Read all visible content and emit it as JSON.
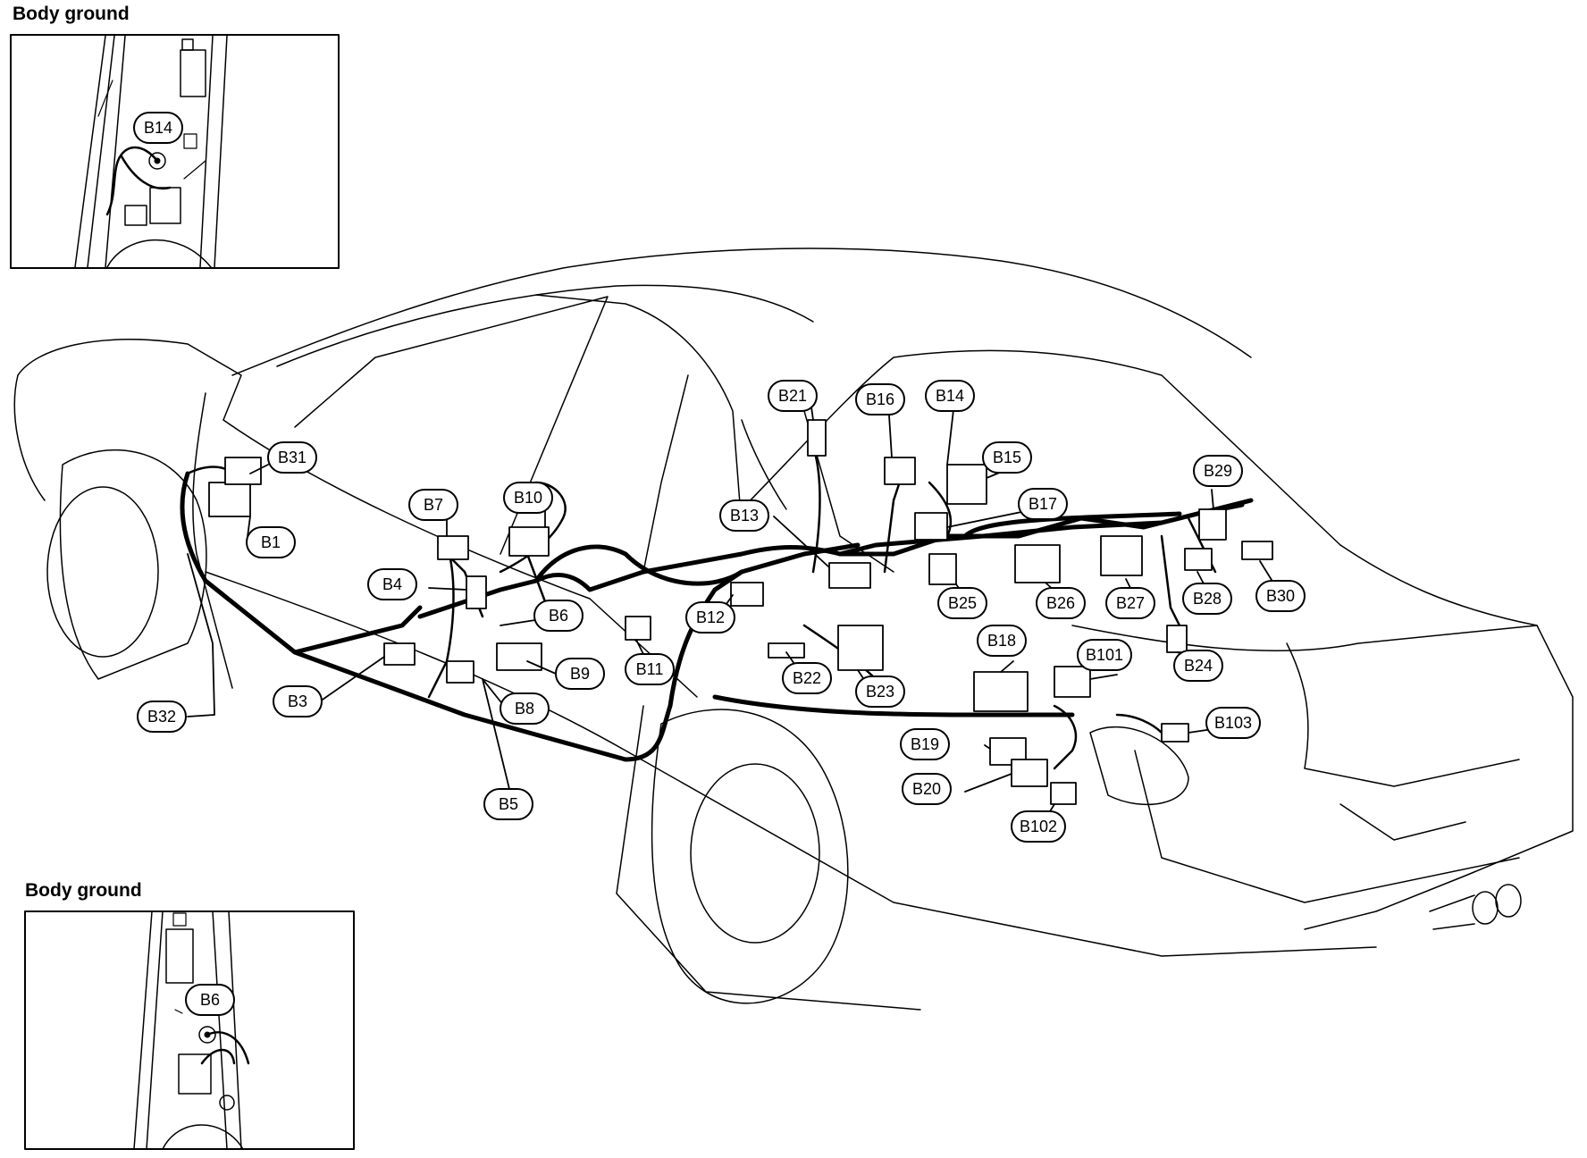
{
  "insets": [
    {
      "title": "Body ground",
      "callout": "B14"
    },
    {
      "title": "Body ground",
      "callout": "B6"
    }
  ],
  "callouts": [
    "B31",
    "B1",
    "B32",
    "B7",
    "B4",
    "B3",
    "B10",
    "B6",
    "B9",
    "B8",
    "B5",
    "B11",
    "B12",
    "B13",
    "B21",
    "B22",
    "B23",
    "B16",
    "B14",
    "B15",
    "B17",
    "B25",
    "B26",
    "B27",
    "B18",
    "B29",
    "B28",
    "B30",
    "B24",
    "B101",
    "B103",
    "B19",
    "B20",
    "B102"
  ],
  "colors": {
    "line": "#000000",
    "background": "#ffffff"
  }
}
